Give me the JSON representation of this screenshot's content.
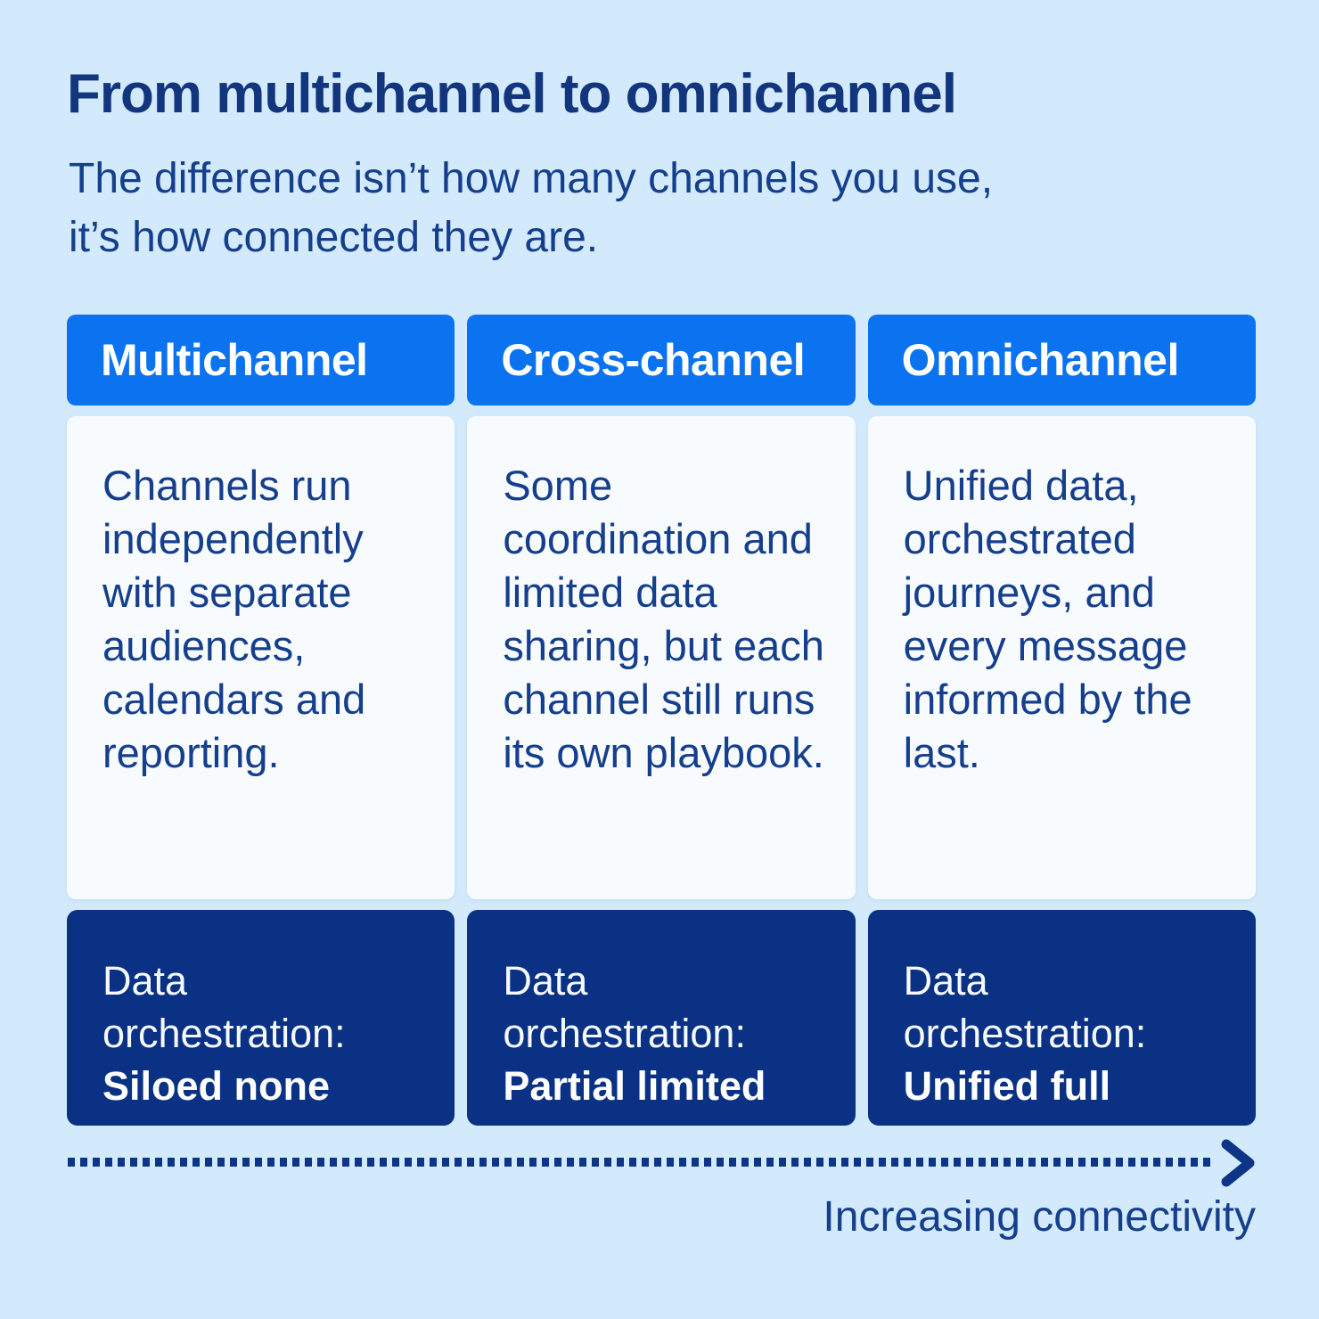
{
  "page": {
    "title": "From multichannel to omnichannel",
    "subtitle": "The difference isn’t how many channels you use,\nit’s how connected they are."
  },
  "columns": [
    {
      "header": "Multichannel",
      "description": "Channels run independently with separate audiences, calendars and reporting.",
      "orchestration_prefix": "Data orchestration:",
      "orchestration_value": "Siloed none"
    },
    {
      "header": "Cross-channel",
      "description": "Some coordination and limited data sharing, but each channel still runs its own playbook.",
      "orchestration_prefix": "Data orchestration:",
      "orchestration_value": "Partial limited"
    },
    {
      "header": "Omnichannel",
      "description": "Unified data, orchestrated journeys, and every message informed by the last.",
      "orchestration_prefix": "Data orchestration:",
      "orchestration_value": "Unified full"
    }
  ],
  "axis": {
    "label": "Increasing connectivity",
    "direction": "right-arrow"
  },
  "colors": {
    "page_background": "#d2eafb",
    "header_blue": "#0b73ef",
    "cell_background": "#f7fbfe",
    "navy_text": "#153e8c",
    "footer_navy": "#0a3184",
    "white": "#ffffff"
  }
}
